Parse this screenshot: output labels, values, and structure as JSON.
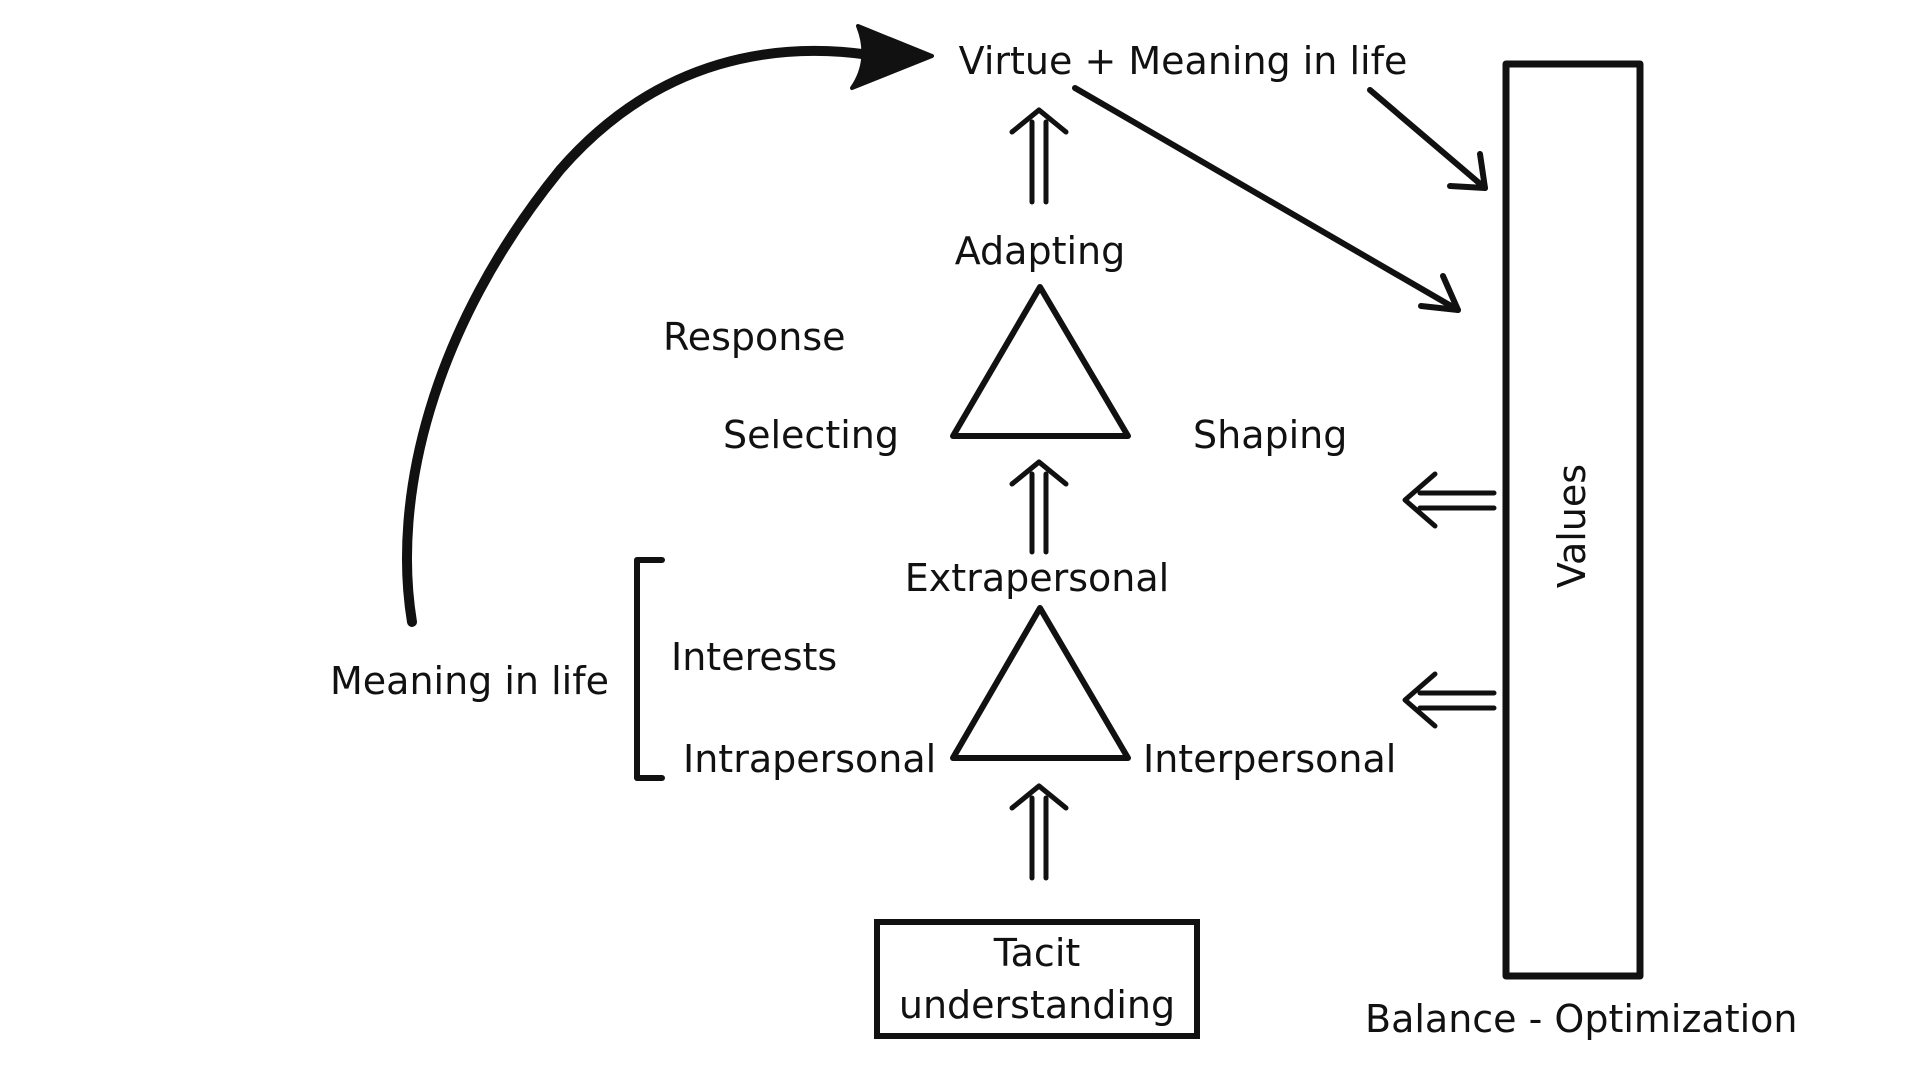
{
  "labels": {
    "virtue_meaning": "Virtue + Meaning in life",
    "adapting": "Adapting",
    "response": "Response",
    "selecting": "Selecting",
    "shaping": "Shaping",
    "extrapersonal": "Extrapersonal",
    "interests": "Interests",
    "meaning_in_life": "Meaning in life",
    "intrapersonal": "Intrapersonal",
    "interpersonal": "Interpersonal",
    "values": "Values",
    "balance_optimization": "Balance - Optimization"
  },
  "tacit_box": {
    "line1": "Tacit",
    "line2": "understanding"
  },
  "colors": {
    "stroke": "#111111",
    "background": "#ffffff"
  }
}
